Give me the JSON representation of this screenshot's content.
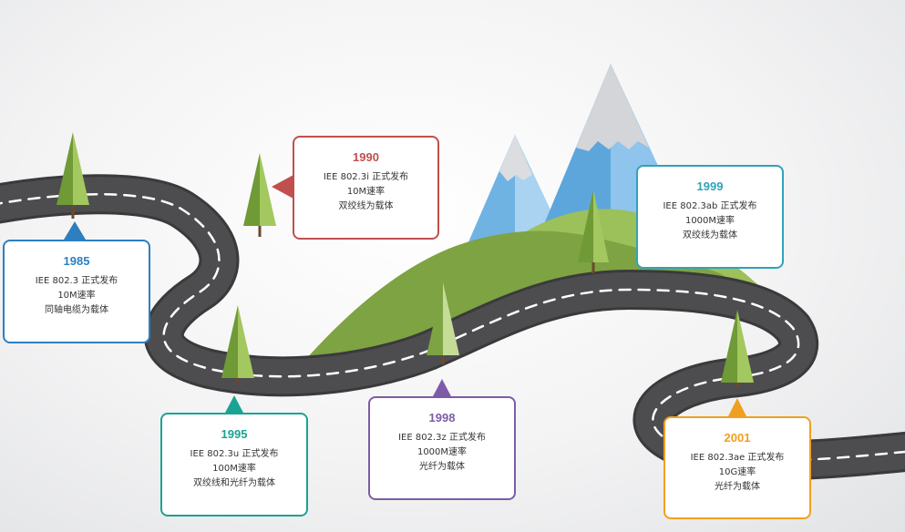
{
  "milestones": [
    {
      "year": "1985",
      "standard": "IEE 802.3 正式发布",
      "speed": "10M速率",
      "medium": "同轴电缆为载体",
      "color": "#2e7fbf"
    },
    {
      "year": "1990",
      "standard": "IEE 802.3i 正式发布",
      "speed": "10M速率",
      "medium": "双绞线为载体",
      "color": "#c0504d"
    },
    {
      "year": "1995",
      "standard": "IEE 802.3u 正式发布",
      "speed": "100M速率",
      "medium": "双绞线和光纤为载体",
      "color": "#1aa394"
    },
    {
      "year": "1998",
      "standard": "IEE 802.3z 正式发布",
      "speed": "1000M速率",
      "medium": "光纤为载体",
      "color": "#7e5ba6"
    },
    {
      "year": "1999",
      "standard": "IEE 802.3ab 正式发布",
      "speed": "1000M速率",
      "medium": "双绞线为载体",
      "color": "#2fa3b8"
    },
    {
      "year": "2001",
      "standard": "IEE 802.3ae 正式发布",
      "speed": "10G速率",
      "medium": "光纤为载体",
      "color": "#f0a020"
    }
  ],
  "colors": {
    "road": "#4d4d4f",
    "road_edge": "#3a3a3c",
    "lane": "#ffffff",
    "hill_dark": "#7da343",
    "hill_light": "#9cc05a",
    "mountain_blue": "#6fb3e3",
    "mountain_light": "#a9d3f1",
    "snow": "#dcdde0",
    "tree_dark": "#6f9a36",
    "tree_light": "#a3c85f",
    "trunk": "#6b4a2b"
  }
}
